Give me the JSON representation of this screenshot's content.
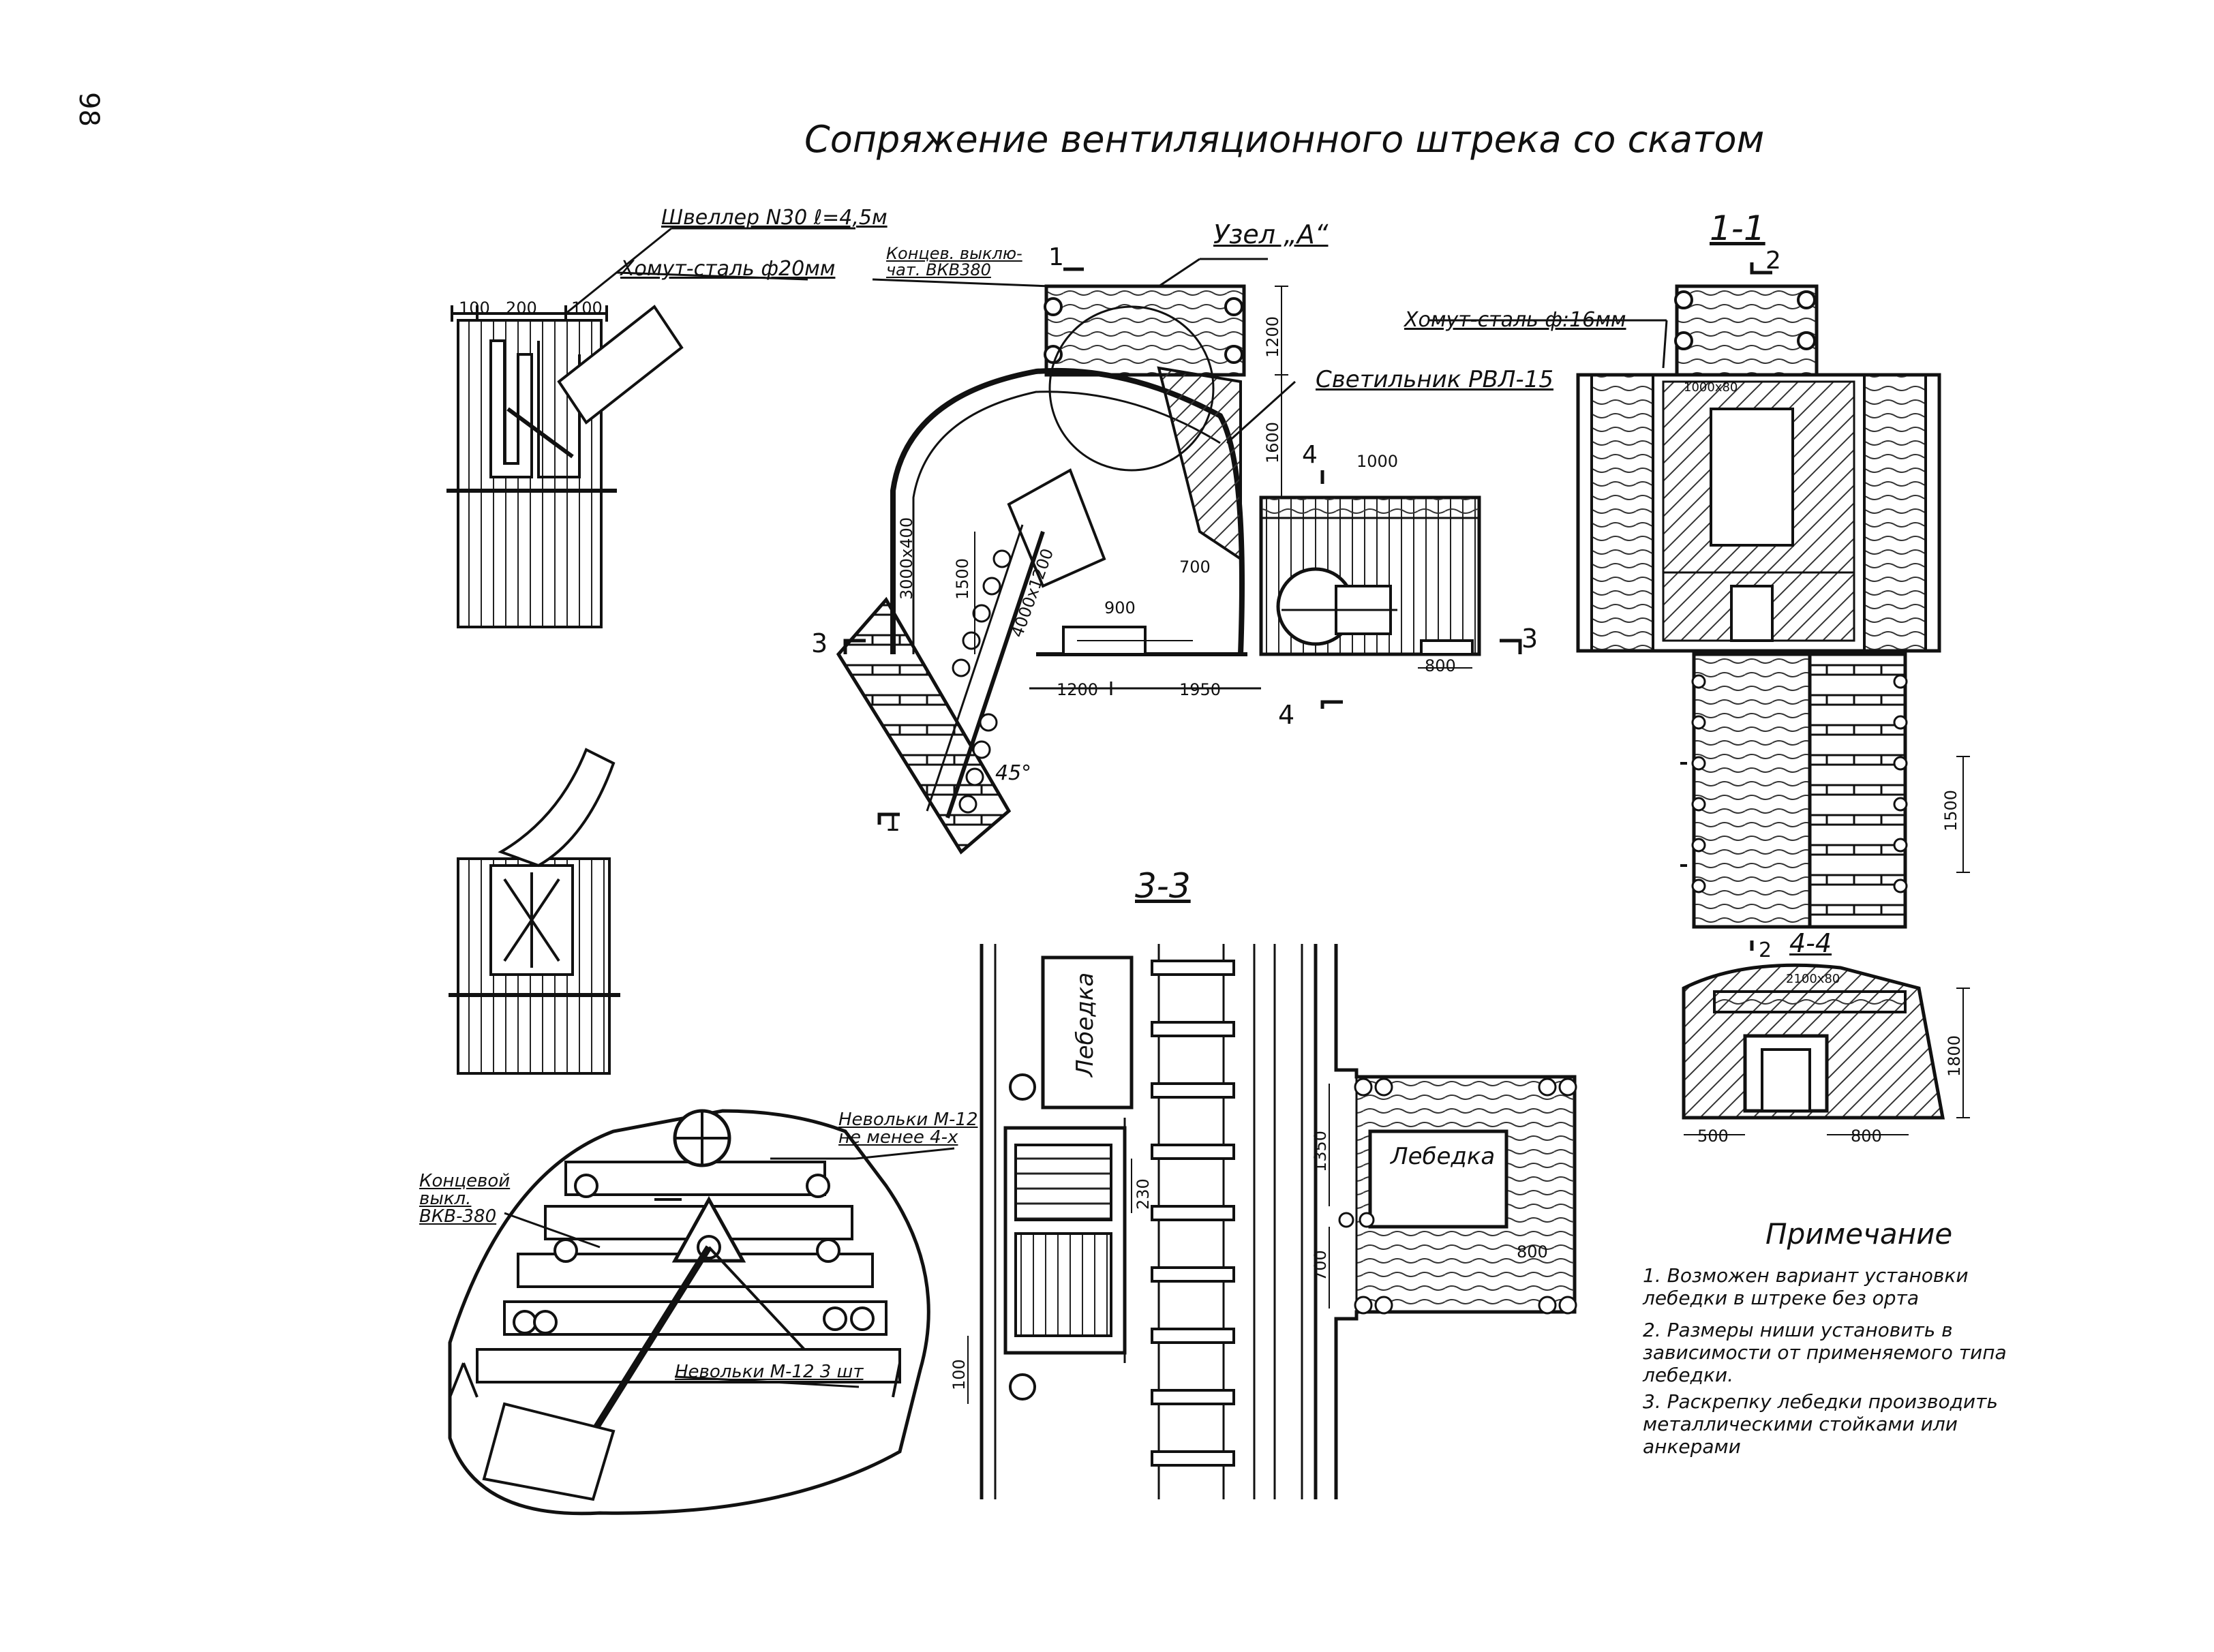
{
  "page": {
    "number": "98"
  },
  "title": "Сопряжение вентиляционного штрека со скатом",
  "sections": {
    "s11": "1-1",
    "s33": "3-3",
    "s44": "4-4"
  },
  "callouts": {
    "channel": "Швеллер N30 ℓ=4,5м",
    "clamp20": "Хомут-сталь ф20мм",
    "limit_switch": "Концев. выклю-чат. ВКВ380",
    "node_a": "Узел „А“",
    "lamp": "Светильник РВЛ-15",
    "clamp16": "Хомут-сталь ф:16мм",
    "rope_bolts4": "Невольки М-12 не менее 4-х",
    "limit_switch2": "Концевой выкл. ВКВ-380",
    "rope_bolts3": "Невольки М-12 3 шт"
  },
  "cut_marks": {
    "one": "1",
    "two": "2",
    "three": "3",
    "four": "4"
  },
  "dimensions": {
    "d100a": "100",
    "d200": "200",
    "d100b": "100",
    "d1200v": "1200",
    "d1600": "1600",
    "d1000": "1000",
    "d700": "700",
    "d1500a": "1500",
    "d3000x400": "3000x400",
    "d4000x1200": "4000x1200",
    "d900": "900",
    "d1200h": "1200",
    "d1950": "1950",
    "d800a": "800",
    "angle": "45°",
    "d1500b": "1500",
    "d1350": "1350",
    "d700b": "700",
    "d800b": "800",
    "d230": "230",
    "d100c": "100",
    "d1800": "1800",
    "d500": "500",
    "d800c": "800",
    "d2100x80": "2100x80",
    "d1000x80": "1000x80"
  },
  "winch_label": "Лебедка",
  "notes": {
    "heading": "Примечание",
    "items": [
      "1. Возможен вариант установки лебедки в штреке без орта",
      "2. Размеры ниши установить в зависимости от применяемого типа лебедки.",
      "3. Раскрепку лебедки производить металлическими стойками или анкерами"
    ]
  }
}
